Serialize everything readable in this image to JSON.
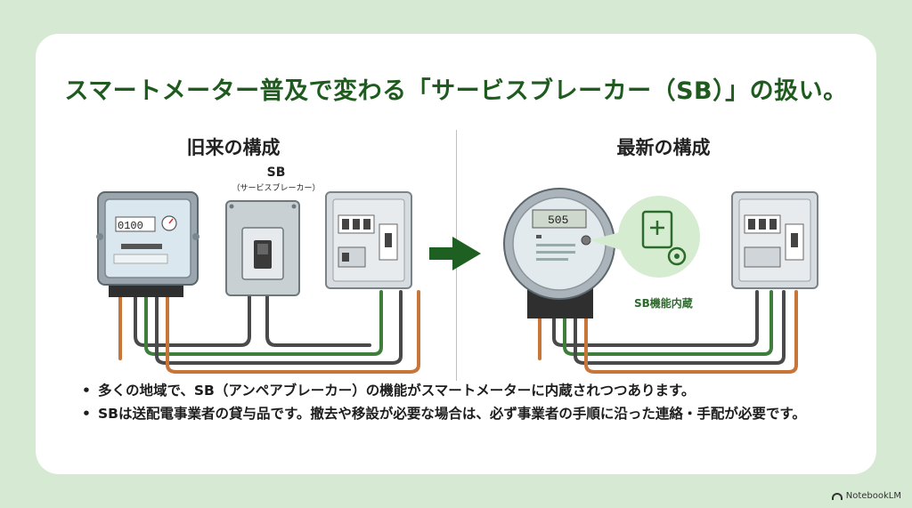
{
  "title": "スマートメーター普及で変わる「サービスブレーカー（SB）」の扱い。",
  "left_section": {
    "heading": "旧来の構成",
    "sb_label": "SB",
    "sb_sublabel": "（サービスブレーカー）",
    "meter_digits": "0100"
  },
  "right_section": {
    "heading": "最新の構成",
    "smart_meter_display": "505",
    "feature_label": "SB機能内蔵"
  },
  "bullets": [
    "多くの地域で、SB（アンペアブレーカー）の機能がスマートメーターに内蔵されつつあります。",
    "SBは送配電事業者の貸与品です。撤去や移設が必要な場合は、必ず事業者の手順に沿った連絡・手配が必要です。"
  ],
  "watermark": "NotebookLM",
  "colors": {
    "title_green": "#1f5a1f",
    "arrow_green": "#1e5f22",
    "wire_orange": "#c8753a",
    "wire_green": "#3f7d3a",
    "wire_dark": "#4a4a4a",
    "background": "#d6ead3"
  },
  "icons": [
    "arrow-right-icon",
    "breaker-gear-icon"
  ]
}
